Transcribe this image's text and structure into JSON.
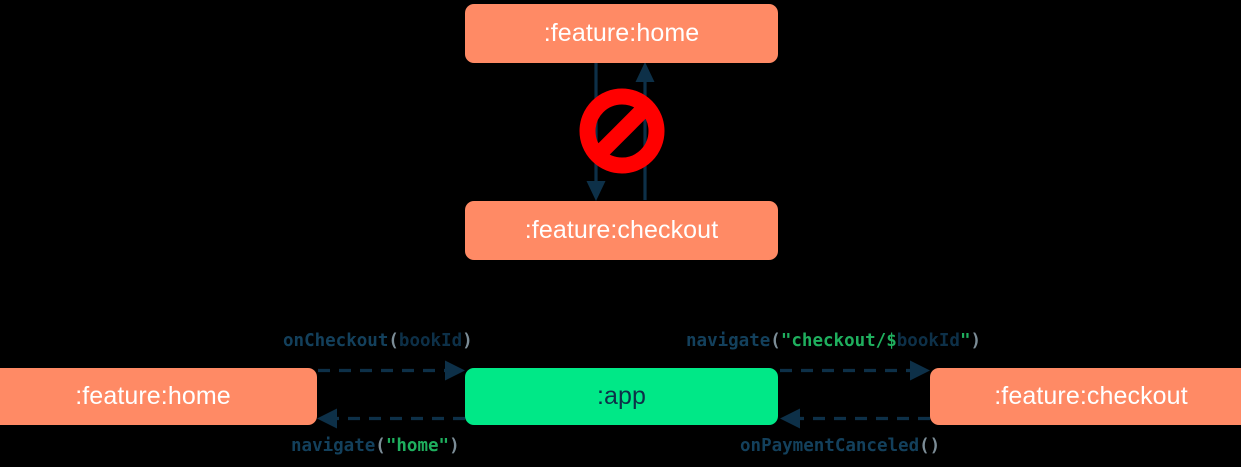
{
  "diagram": {
    "title": "module navigation dependency diagram",
    "colors": {
      "module_feature": "#FF8A65",
      "module_app": "#00E887",
      "edge": "#0d3048",
      "forbidden": "#ff0000",
      "string_literal": "#1faf5e",
      "punctuation": "#7b8c96",
      "node_label_feature": "#ffffff",
      "node_label_app": "#0d3048",
      "background": "#000000"
    },
    "top_section": {
      "nodes": [
        {
          "id": "home-top",
          "label": ":feature:home",
          "style": "feature"
        },
        {
          "id": "checkout-top",
          "label": ":feature:checkout",
          "style": "feature"
        }
      ],
      "edges": [
        {
          "from": "home-top",
          "to": "checkout-top",
          "style": "solid",
          "direction": "down"
        },
        {
          "from": "checkout-top",
          "to": "home-top",
          "style": "solid",
          "direction": "up"
        }
      ],
      "annotation": {
        "icon": "forbidden-icon",
        "meaning": "not allowed"
      }
    },
    "bottom_section": {
      "nodes": [
        {
          "id": "home-bottom",
          "label": ":feature:home",
          "style": "feature"
        },
        {
          "id": "app",
          "label": ":app",
          "style": "app"
        },
        {
          "id": "checkout-bottom",
          "label": ":feature:checkout",
          "style": "feature"
        }
      ],
      "edges": [
        {
          "id": "home-to-app",
          "from": "home-bottom",
          "to": "app",
          "style": "dashed",
          "direction": "right",
          "label": {
            "fn": "onCheckout",
            "open": "(",
            "args": "bookId",
            "close": ")"
          }
        },
        {
          "id": "app-to-checkout",
          "from": "app",
          "to": "checkout-bottom",
          "style": "dashed",
          "direction": "right",
          "label": {
            "fn": "navigate",
            "open": "(",
            "quote": "\"",
            "str": "checkout/$",
            "args": "bookId",
            "quote2": "\"",
            "close": ")"
          }
        },
        {
          "id": "app-to-home",
          "from": "app",
          "to": "home-bottom",
          "style": "dashed",
          "direction": "left",
          "label": {
            "fn": "navigate",
            "open": "(",
            "quote": "\"",
            "str": "home",
            "quote2": "\"",
            "close": ")"
          }
        },
        {
          "id": "checkout-to-app",
          "from": "checkout-bottom",
          "to": "app",
          "style": "dashed",
          "direction": "left",
          "label": {
            "fn": "onPaymentCanceled",
            "open": "(",
            "close": ")"
          }
        }
      ]
    }
  }
}
